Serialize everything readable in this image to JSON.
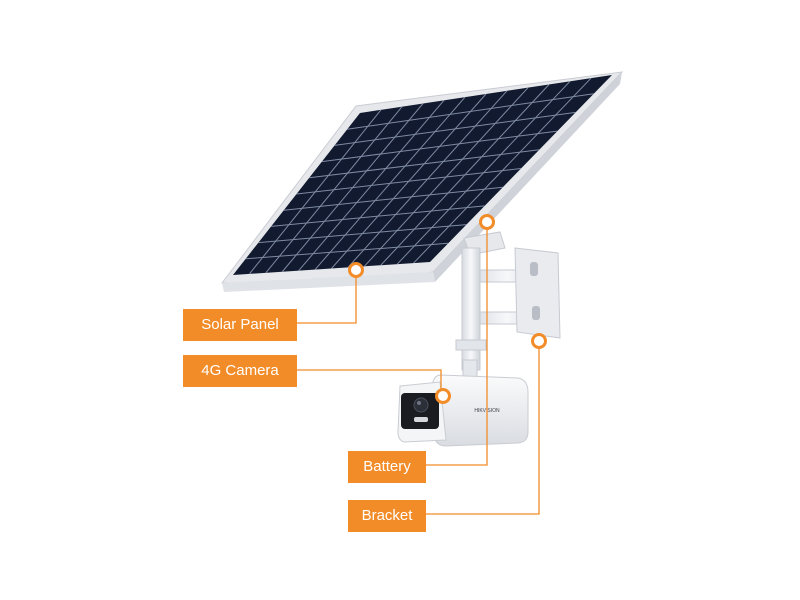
{
  "colors": {
    "accent": "#F28C28",
    "panel_cell": "#111a2e",
    "panel_frame": "#e6e8ec",
    "hardware": "#eef0f3"
  },
  "labels": {
    "solar_panel": "Solar Panel",
    "camera": "4G Camera",
    "battery": "Battery",
    "bracket": "Bracket"
  },
  "camera": {
    "brand": "HIKVISION"
  }
}
